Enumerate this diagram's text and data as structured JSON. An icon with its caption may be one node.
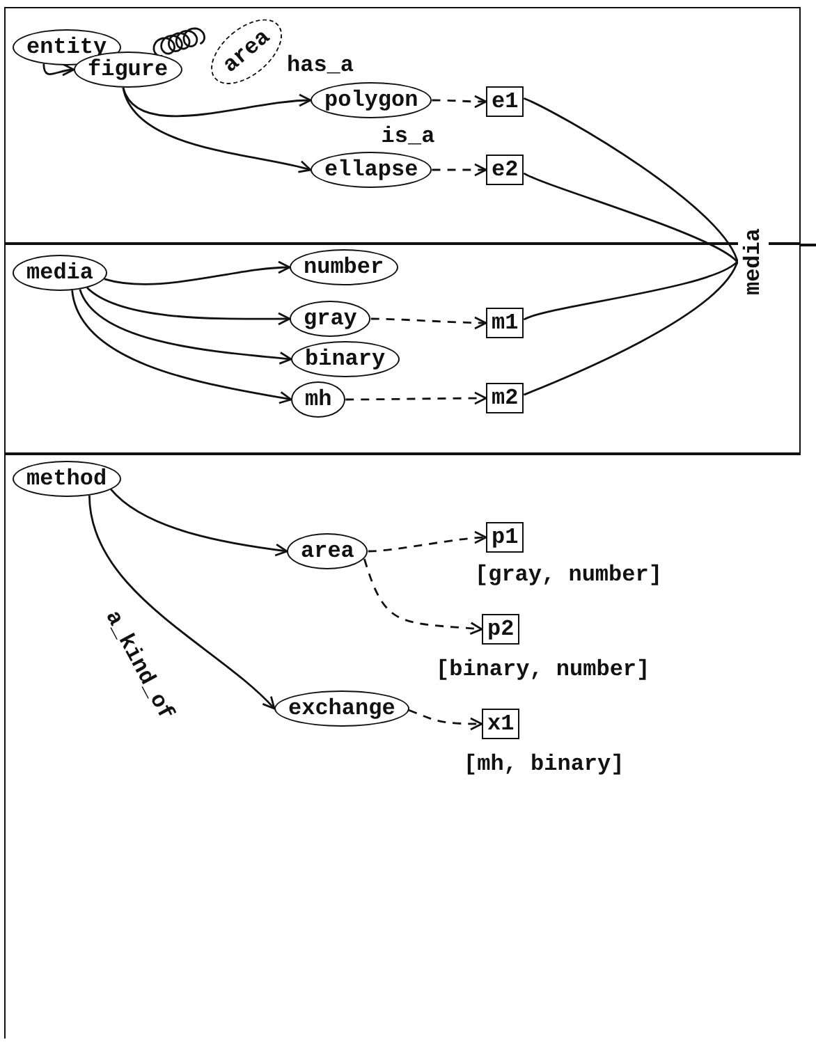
{
  "diagram": {
    "nodes": [
      {
        "text": [],
        "shape": "box"
      },
      {
        "text": [],
        "shape": "box"
      },
      {
        "text": [],
        "shape": "box"
      },
      {
        "text": [
          "entity"
        ],
        "in": 0
      },
      {
        "text": [
          "figure"
        ],
        "in": 0
      },
      {
        "text": [
          "area"
        ],
        "in": 0,
        "beside": [
          "has_a"
        ]
      },
      {
        "text": [
          "polygon"
        ],
        "in": 0
      },
      {
        "text": [
          "ellapse"
        ],
        "in": 0
      },
      {
        "text": [
          "e1"
        ],
        "in": 0
      },
      {
        "text": [
          "e2"
        ],
        "in": 0
      },
      {
        "text": [
          "media"
        ],
        "in": 1
      },
      {
        "text": [
          "number"
        ],
        "in": 1
      },
      {
        "text": [
          "gray"
        ],
        "in": 1
      },
      {
        "text": [
          "binary"
        ],
        "in": 1
      },
      {
        "text": [
          "mh"
        ],
        "in": 1
      },
      {
        "text": [
          "m1"
        ],
        "in": 1
      },
      {
        "text": [
          "m2"
        ],
        "in": 1
      },
      {
        "text": [
          "method"
        ],
        "in": 2
      },
      {
        "text": [
          "area"
        ],
        "in": 2
      },
      {
        "text": [
          "p1"
        ],
        "in": 2,
        "beside": [
          "[gray, number]"
        ]
      },
      {
        "text": [
          "p2"
        ],
        "in": 2,
        "beside": [
          "[binary, number]"
        ]
      },
      {
        "text": [
          "exchange"
        ],
        "in": 2
      },
      {
        "text": [
          "x1"
        ],
        "in": 2,
        "beside": [
          "[mh, binary]"
        ]
      },
      {
        "text": [
          "media"
        ]
      }
    ],
    "edges": [
      {
        "from": 3,
        "to": 4,
        "arrow": "to"
      },
      {
        "from": 4,
        "to": 5,
        "arrow": "none"
      },
      {
        "from": 4,
        "to": 6,
        "arrow": "to"
      },
      {
        "from": 4,
        "to": 7,
        "arrow": "to"
      },
      {
        "from": 6,
        "to": 8,
        "arrow": "to",
        "style": "dashed",
        "label": "is_a"
      },
      {
        "from": 7,
        "to": 9,
        "arrow": "to",
        "style": "dashed"
      },
      {
        "from": 10,
        "to": 11,
        "arrow": "to"
      },
      {
        "from": 10,
        "to": 12,
        "arrow": "to"
      },
      {
        "from": 10,
        "to": 13,
        "arrow": "to"
      },
      {
        "from": 10,
        "to": 14,
        "arrow": "to"
      },
      {
        "from": 12,
        "to": 15,
        "arrow": "to",
        "style": "dashed"
      },
      {
        "from": 14,
        "to": 16,
        "arrow": "to",
        "style": "dashed"
      },
      {
        "from": 8,
        "to": 23,
        "arrow": "none"
      },
      {
        "from": 9,
        "to": 23,
        "arrow": "none"
      },
      {
        "from": 15,
        "to": 23,
        "arrow": "none"
      },
      {
        "from": 16,
        "to": 23,
        "arrow": "none"
      },
      {
        "from": 17,
        "to": 18,
        "arrow": "to"
      },
      {
        "from": 17,
        "to": 21,
        "arrow": "to",
        "label": "a_kind_of"
      },
      {
        "from": 18,
        "to": 19,
        "arrow": "to",
        "style": "dashed"
      },
      {
        "from": 18,
        "to": 20,
        "arrow": "to",
        "style": "dashed"
      },
      {
        "from": 21,
        "to": 22,
        "arrow": "to",
        "style": "dashed"
      }
    ]
  }
}
